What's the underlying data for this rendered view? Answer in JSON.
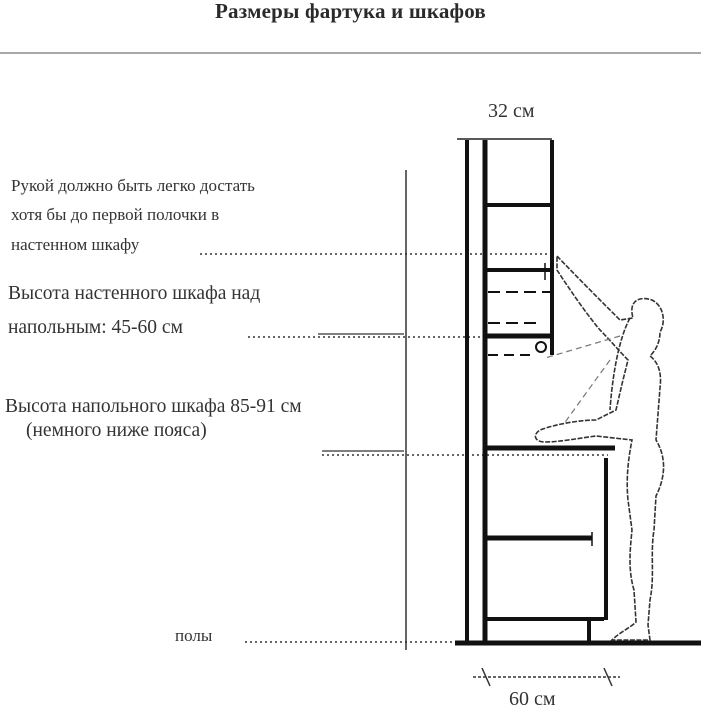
{
  "title": "Размеры фартука и шкафов",
  "annotations": {
    "reach_line1": "Рукой должно быть легко достать",
    "reach_line2": "хотя бы до первой полочки в",
    "reach_line3": "настенном шкафу",
    "wall_gap_line1": "Высота настенного шкафа над",
    "wall_gap_line2": "напольным: 45-60 см",
    "base_height_line1": "Высота напольного шкафа 85-91 см",
    "base_height_line2": "(немного ниже пояса)",
    "floor": "полы"
  },
  "dimensions": {
    "wall_cabinet_depth": "32 см",
    "base_cabinet_depth": "60 см"
  },
  "colors": {
    "line": "#111111",
    "guide": "#555555",
    "rule": "#a8a8a8"
  }
}
